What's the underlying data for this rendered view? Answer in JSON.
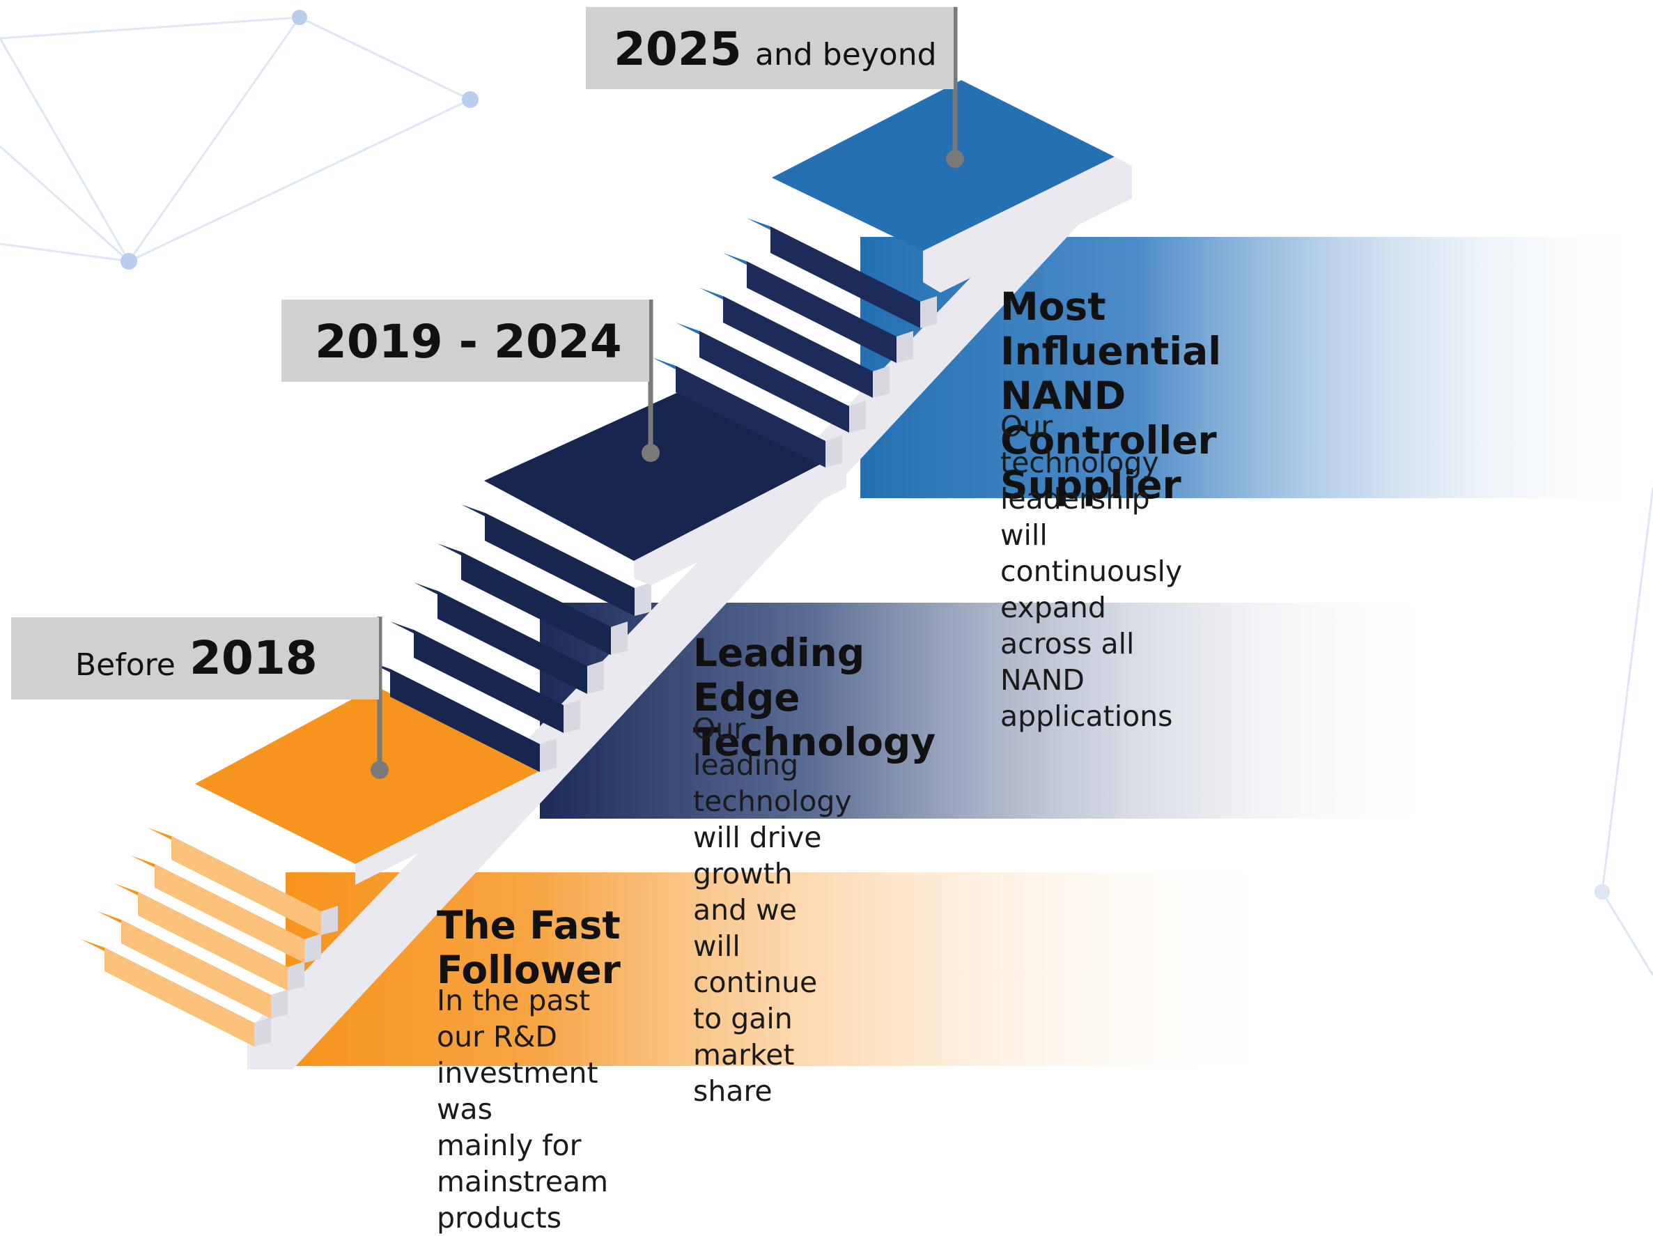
{
  "stages": [
    {
      "id": "before-2018",
      "flag_prefix": "Before",
      "flag_year": "2018",
      "flag_suffix": "",
      "title": "The Fast Follower",
      "description": "In the past our R&D investment was\nmainly for mainstream products",
      "color": "#f7941d"
    },
    {
      "id": "2019-2024",
      "flag_prefix": "",
      "flag_year": "2019 - 2024",
      "flag_suffix": "",
      "title": "Leading Edge Technology",
      "description": "Our leading technology will drive growth\nand we will continue to gain market share",
      "color": "#1c2b5a"
    },
    {
      "id": "2025-beyond",
      "flag_prefix": "",
      "flag_year": "2025",
      "flag_suffix": "and beyond",
      "title": "Most Influential NAND\nController Supplier",
      "description": "Our technology leadership will continuously\nexpand across all NAND applications",
      "color": "#2470b3"
    }
  ],
  "colors": {
    "orange": "#f7941d",
    "orange_light": "#fbc07a",
    "navy": "#1c2b5a",
    "navy_dark": "#16264f",
    "blue": "#2470b3",
    "flag_bg": "#d0d0d0",
    "step_edge": "#e9e9ef"
  }
}
